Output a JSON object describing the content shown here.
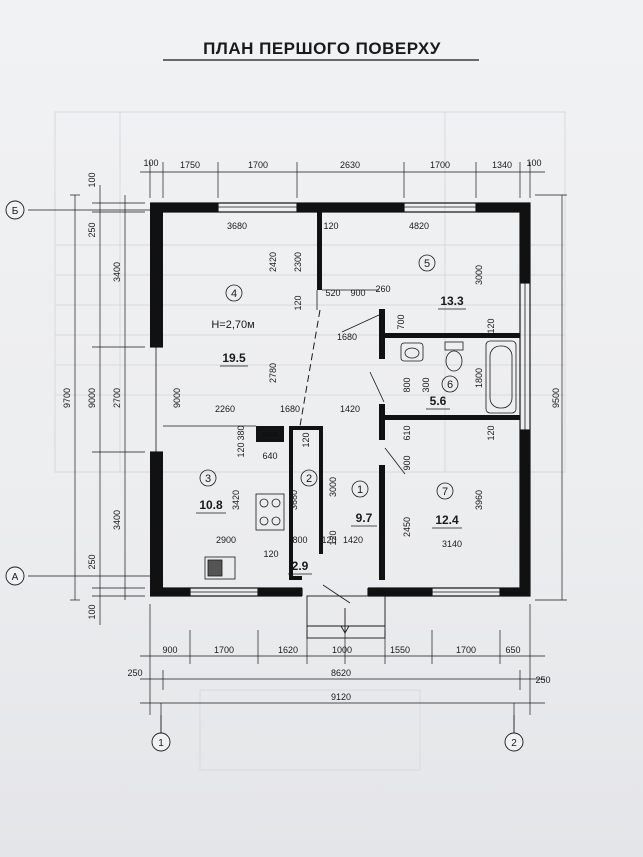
{
  "title": "ПЛАН ПЕРШОГО ПОВЕРХУ",
  "ceiling_height": "Н=2,70м",
  "axes": {
    "B": "Б",
    "A": "А",
    "one": "1",
    "two": "2"
  },
  "rooms": [
    {
      "number": "1",
      "area": "9.7"
    },
    {
      "number": "2",
      "area": "2.9"
    },
    {
      "number": "3",
      "area": "10.8"
    },
    {
      "number": "4",
      "area": "19.5"
    },
    {
      "number": "5",
      "area": "13.3"
    },
    {
      "number": "6",
      "area": "5.6"
    },
    {
      "number": "7",
      "area": "12.4"
    }
  ],
  "dims": {
    "top": [
      "100",
      "1750",
      "1700",
      "2630",
      "1700",
      "1340",
      "100"
    ],
    "bottom": [
      "900",
      "1700",
      "1620",
      "1000",
      "1550",
      "1700",
      "650"
    ],
    "overall_inner": "8620",
    "overall_outer": "9120",
    "overall_side_left": "250",
    "overall_side_right": "250",
    "left_chain": [
      "100",
      "250",
      "3400",
      "2700",
      "3400",
      "250",
      "100"
    ],
    "left_total_a": "9700",
    "left_total_b": "9000",
    "left_inner": "9000",
    "right_total": "9500",
    "interior": {
      "d3680": "3680",
      "d120a": "120",
      "d4820": "4820",
      "d2420": "2420",
      "d2300": "2300",
      "d120b": "120",
      "d520": "520",
      "d900a": "900",
      "d260": "260",
      "d700": "700",
      "d3000a": "3000",
      "d120c": "120",
      "d1680a": "1680",
      "d2780": "2780",
      "d800a": "800",
      "d300": "300",
      "d1800": "1800",
      "d2260": "2260",
      "d1680b": "1680",
      "d1420a": "1420",
      "d380": "380",
      "d640": "640",
      "d120d": "120",
      "d610": "610",
      "d120e": "120",
      "d900b": "900",
      "d3420": "3420",
      "d3680b": "3680",
      "d3000b": "3000",
      "d3960": "3960",
      "d2450": "2450",
      "d2900": "2900",
      "d800b": "800",
      "d120f": "120",
      "d1420b": "1420",
      "d3140": "3140",
      "d120g": "120",
      "d120h": "120",
      "d120i": "120"
    }
  }
}
